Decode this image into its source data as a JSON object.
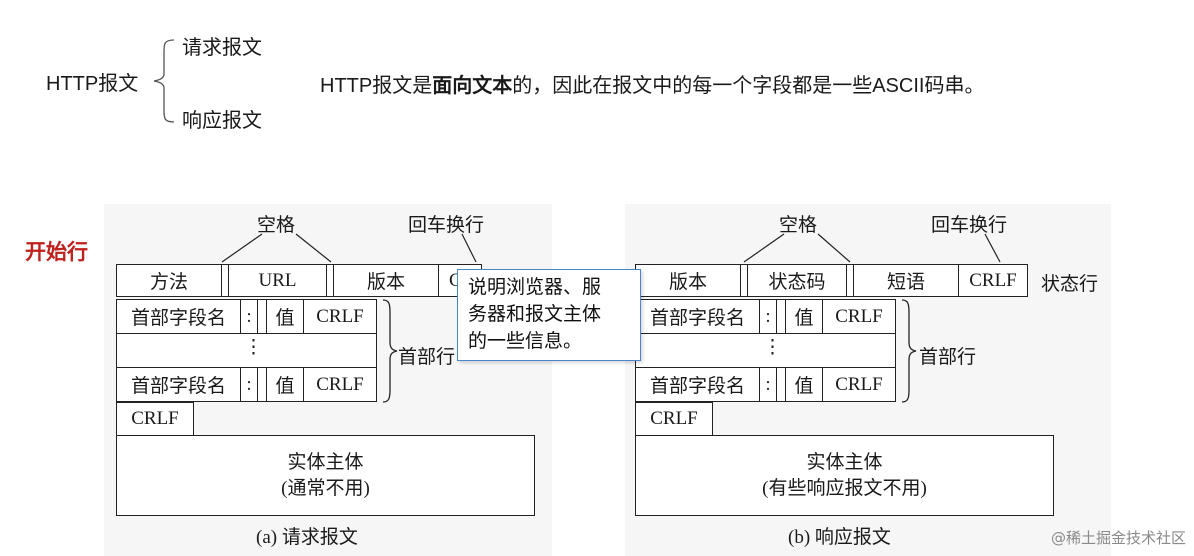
{
  "header": {
    "http_message": "HTTP报文",
    "request_message": "请求报文",
    "response_message": "响应报文",
    "statement_before": "HTTP报文是",
    "statement_bold": "面向文本",
    "statement_after": "的，因此在报文中的每一个字段都是一些ASCII码串。"
  },
  "start_line_label": "开始行",
  "request": {
    "space_label": "空格",
    "crlf_label": "回车换行",
    "method": "方法",
    "url": "URL",
    "version": "版本",
    "crlf_truncated": "C",
    "header_name": "首部字段名",
    "colon": ":",
    "value": "值",
    "crlf": "CRLF",
    "ellipsis": "⋮",
    "header_lines_label": "首部行",
    "blank_crlf": "CRLF",
    "body_title": "实体主体",
    "body_note": "(通常不用)",
    "caption": "(a) 请求报文"
  },
  "response": {
    "space_label": "空格",
    "crlf_label": "回车换行",
    "version": "版本",
    "status_code": "状态码",
    "phrase": "短语",
    "crlf": "CRLF",
    "status_line_label": "状态行",
    "header_name": "首部字段名",
    "colon": ":",
    "value": "值",
    "ellipsis": "⋮",
    "header_lines_label": "首部行",
    "blank_crlf": "CRLF",
    "body_title": "实体主体",
    "body_note": "(有些响应报文不用)",
    "caption": "(b) 响应报文"
  },
  "callout": {
    "line1": "说明浏览器、服",
    "line2": "务器和报文主体",
    "line3": "的一些信息。"
  },
  "watermark": "@稀土掘金技术社区",
  "colors": {
    "start_line": "#c0201c",
    "callout_border": "#4a86c8"
  }
}
